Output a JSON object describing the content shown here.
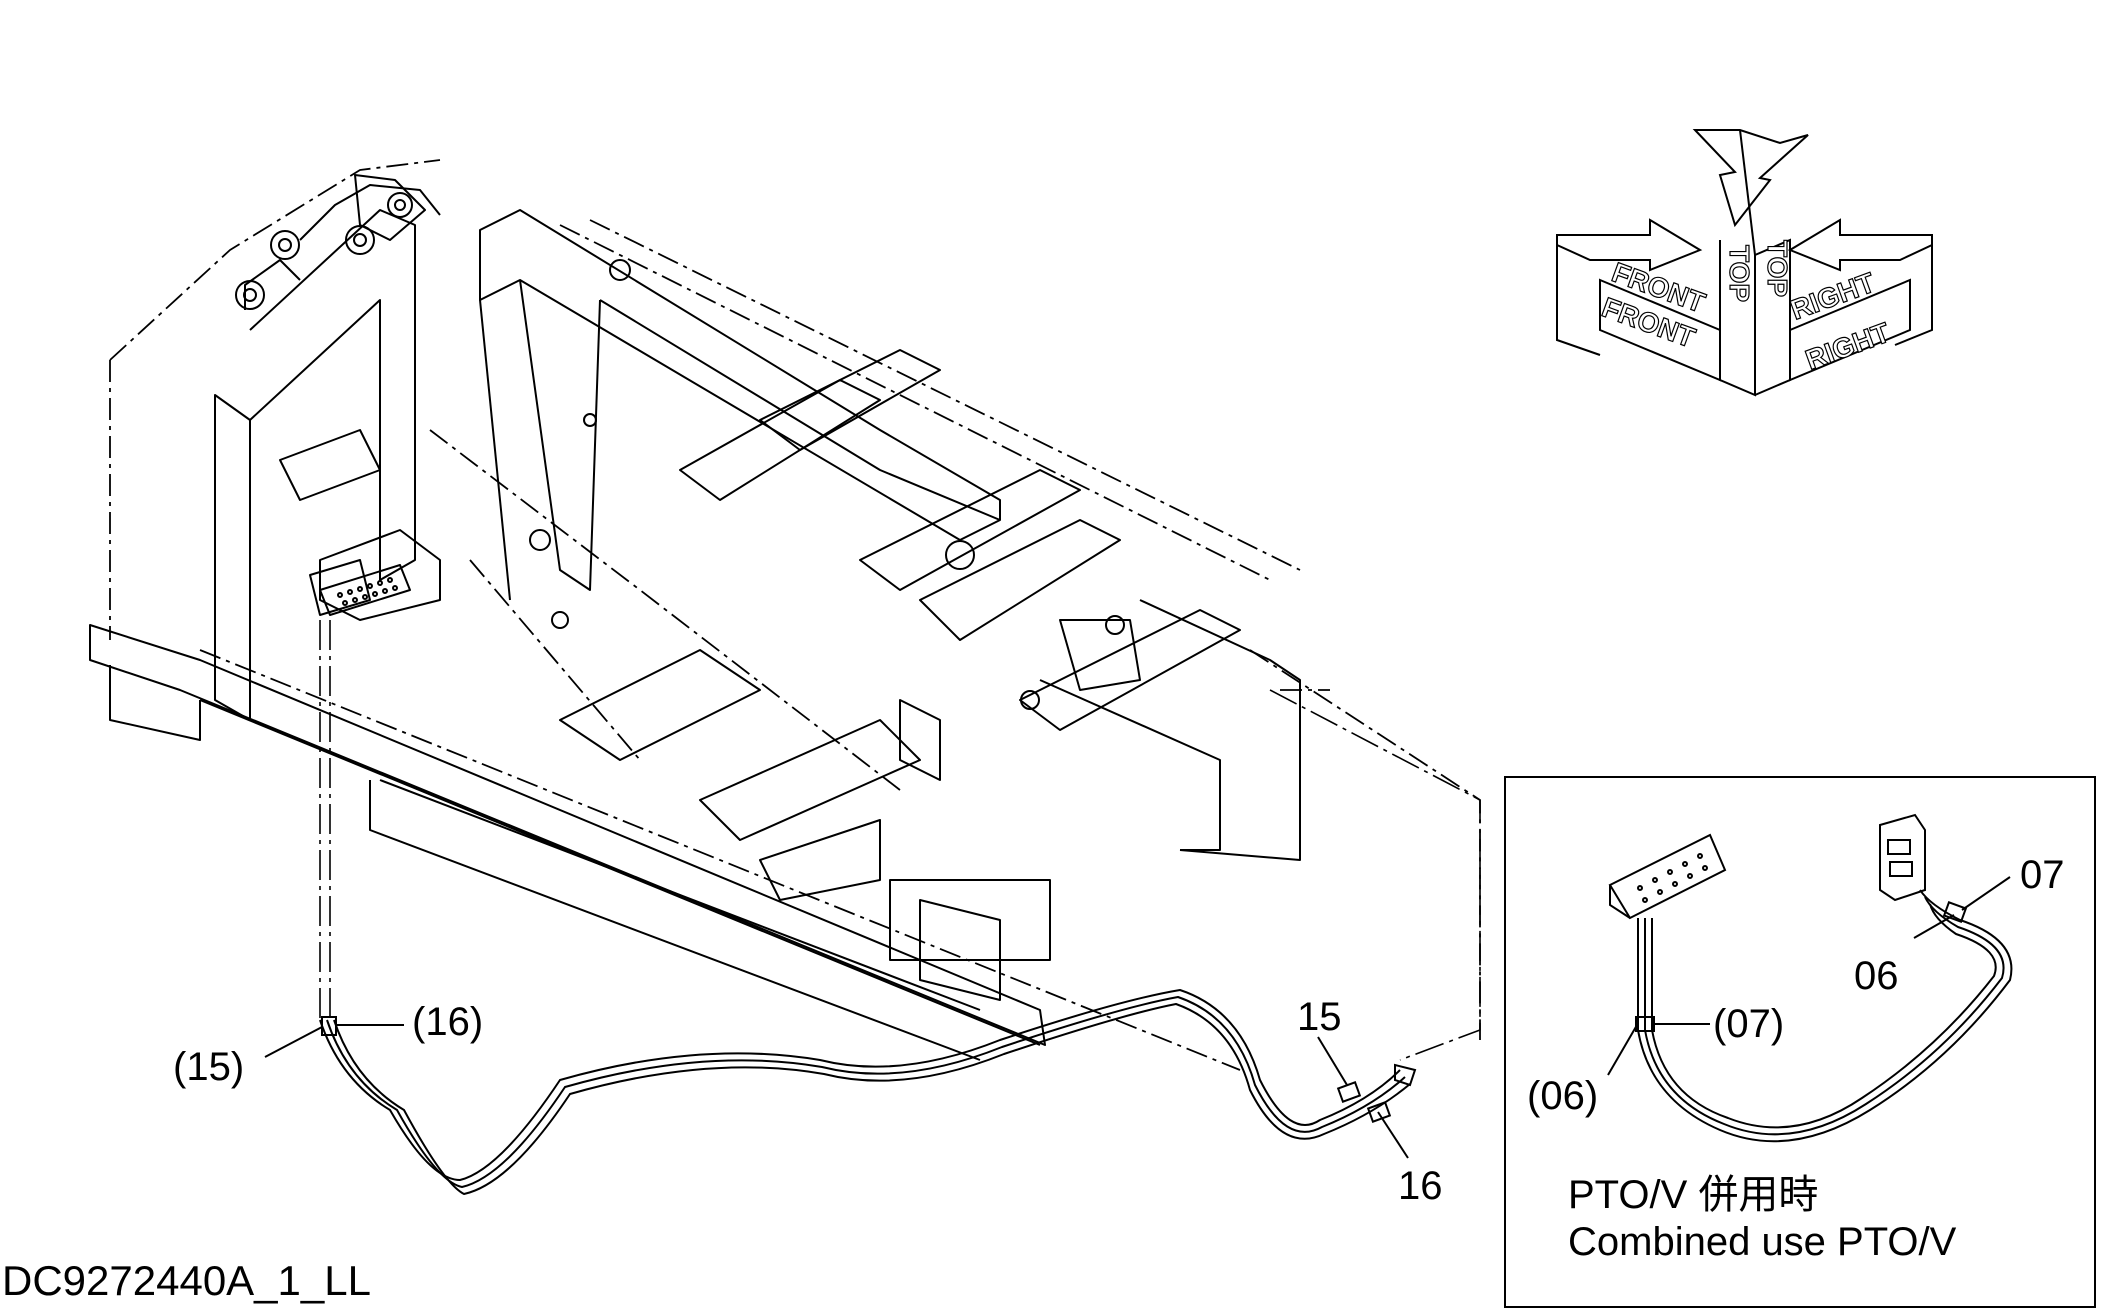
{
  "drawing_id": "DC9272440A_1_LL",
  "orientation_indicator": {
    "top_labels": [
      "TOP",
      "TOP"
    ],
    "front_labels": [
      "FRONT",
      "FRONT"
    ],
    "right_labels": [
      "RIGHT",
      "RIGHT"
    ]
  },
  "callouts": {
    "main_15_ref": "(15)",
    "main_16_ref": "(16)",
    "main_15": "15",
    "main_16": "16",
    "inset_06_ref": "(06)",
    "inset_07_ref": "(07)",
    "inset_06": "06",
    "inset_07": "07"
  },
  "inset": {
    "caption_line1": "PTO/V 併用時",
    "caption_line2": "Combined use PTO/V"
  }
}
